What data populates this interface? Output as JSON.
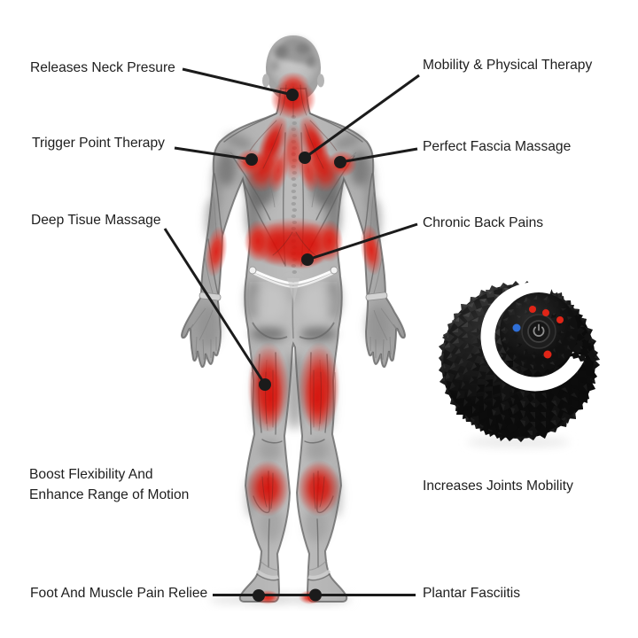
{
  "page": {
    "background": "#ffffff",
    "description": "Massage ball product infographic: rear-view anatomical figure with highlighted pain relief zones and spiky vibrating massage ball"
  },
  "labels": {
    "releases": "Releases Neck Presure",
    "trigger": "Trigger Point Therapy",
    "deep": "Deep Tisue Massage",
    "boost1": "Boost Flexibility And",
    "boost2": "Enhance Range of Motion",
    "foot": "Foot And Muscle Pain Reliee",
    "mobility": "Mobility & Physical Therapy",
    "fascia": "Perfect Fascia Massage",
    "chronic": "Chronic Back Pains",
    "joints": "Increases Joints Mobility",
    "plantar": "Plantar Fasciitis"
  },
  "colors": {
    "text": "#1e1e1e",
    "leader_line": "#1b1b1b",
    "highlight_red": "#e2261c",
    "ball_black": "#141414",
    "ball_ring_white": "#ffffff",
    "led_red": "#e02517",
    "led_blue": "#2f6fd8"
  }
}
